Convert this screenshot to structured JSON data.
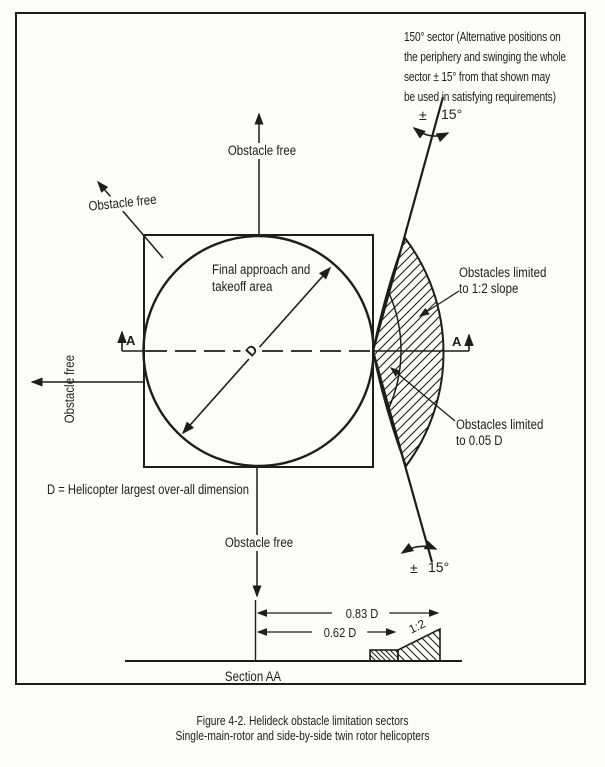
{
  "colors": {
    "ink": "#1d1d1d",
    "paper": "#fcfcfa"
  },
  "sector_note": {
    "lines": [
      "150° sector (Alternative positions on",
      "the periphery and swinging the whole",
      "sector ± 15° from that shown may",
      "be used in satisfying requirements)"
    ]
  },
  "plan_view": {
    "obstacle_free_top": "Obstacle free",
    "obstacle_free_upper_left": "Obstacle free",
    "obstacle_free_left": "Obstacle free",
    "obstacle_free_bottom": "Obstacle free",
    "fato_label_line1": "Final approach and",
    "fato_label_line2": "takeoff area",
    "diameter_letter": "D",
    "diameter_definition": "D = Helicopter largest over-all dimension",
    "obstacles_slope_label_line1": "Obstacles limited",
    "obstacles_slope_label_line2": "to 1:2 slope",
    "obstacles_height_label_line1": "Obstacles limited",
    "obstacles_height_label_line2": "to 0.05 D",
    "section_marker_left": "A",
    "section_marker_right": "A",
    "swing_plusminus_top": "±",
    "swing_angle_top": "15°",
    "swing_plusminus_bottom": "±",
    "swing_angle_bottom": "15°"
  },
  "section_view": {
    "dim_outer": "0.83 D",
    "dim_inner": "0.62 D",
    "slope_ratio": "1:2",
    "title": "Section AA"
  },
  "caption": {
    "line1": "Figure 4-2. Helideck obstacle limitation sectors",
    "line2": "Single-main-rotor and side-by-side twin rotor helicopters"
  }
}
